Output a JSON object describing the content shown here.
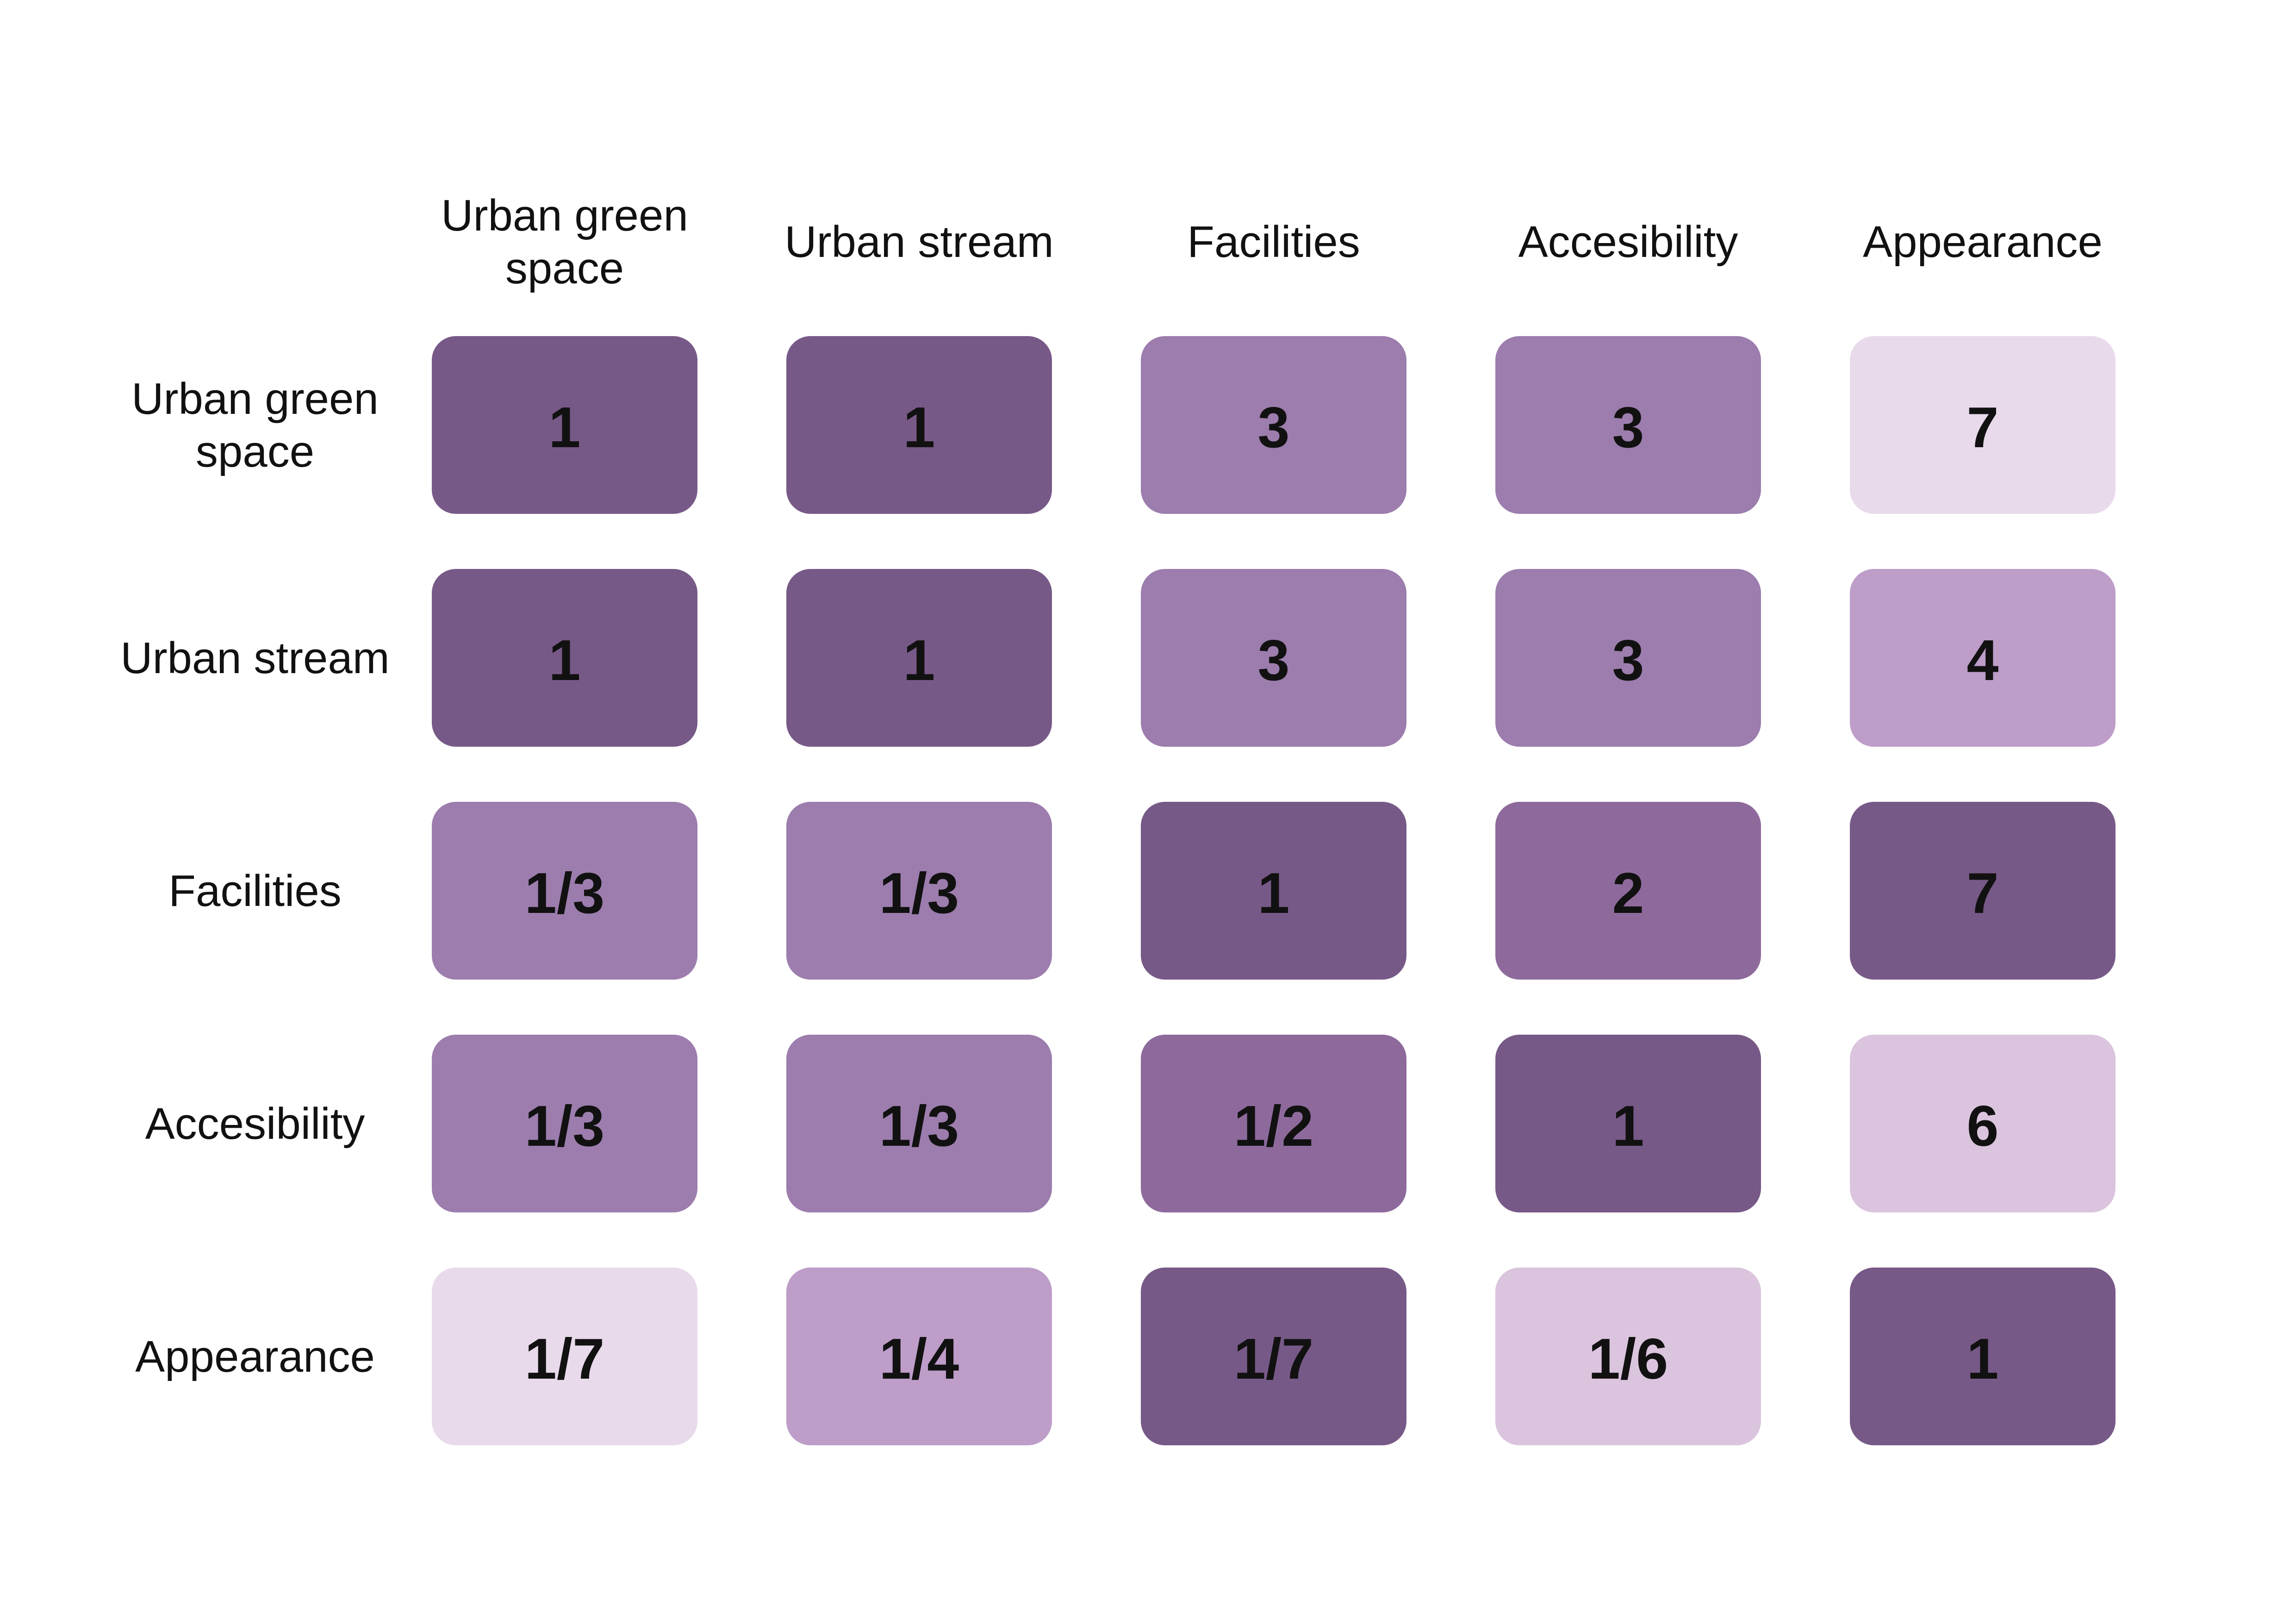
{
  "chart_data": {
    "type": "heatmap",
    "columns": [
      "Urban green space",
      "Urban stream",
      "Facilities",
      "Accesibility",
      "Appearance"
    ],
    "rows": [
      "Urban green space",
      "Urban stream",
      "Facilities",
      "Accesibility",
      "Appearance"
    ],
    "values": [
      [
        "1",
        "1",
        "3",
        "3",
        "7"
      ],
      [
        "1",
        "1",
        "3",
        "3",
        "4"
      ],
      [
        "1/3",
        "1/3",
        "1",
        "2",
        "7"
      ],
      [
        "1/3",
        "1/3",
        "1/2",
        "1",
        "6"
      ],
      [
        "1/7",
        "1/4",
        "1/7",
        "1/6",
        "1"
      ]
    ],
    "cell_colors": [
      [
        "#775987",
        "#775987",
        "#9c7dad",
        "#9c7dad",
        "#e8daeb"
      ],
      [
        "#775987",
        "#775987",
        "#9c7dad",
        "#9c7dad",
        "#be9dc9"
      ],
      [
        "#9c7dad",
        "#9c7dad",
        "#775987",
        "#8e6a9c",
        "#775987"
      ],
      [
        "#9c7dad",
        "#9c7dad",
        "#8e6a9c",
        "#775987",
        "#dbc4de"
      ],
      [
        "#e8daeb",
        "#be9dc9",
        "#775987",
        "#dbc4de",
        "#775987"
      ]
    ]
  }
}
